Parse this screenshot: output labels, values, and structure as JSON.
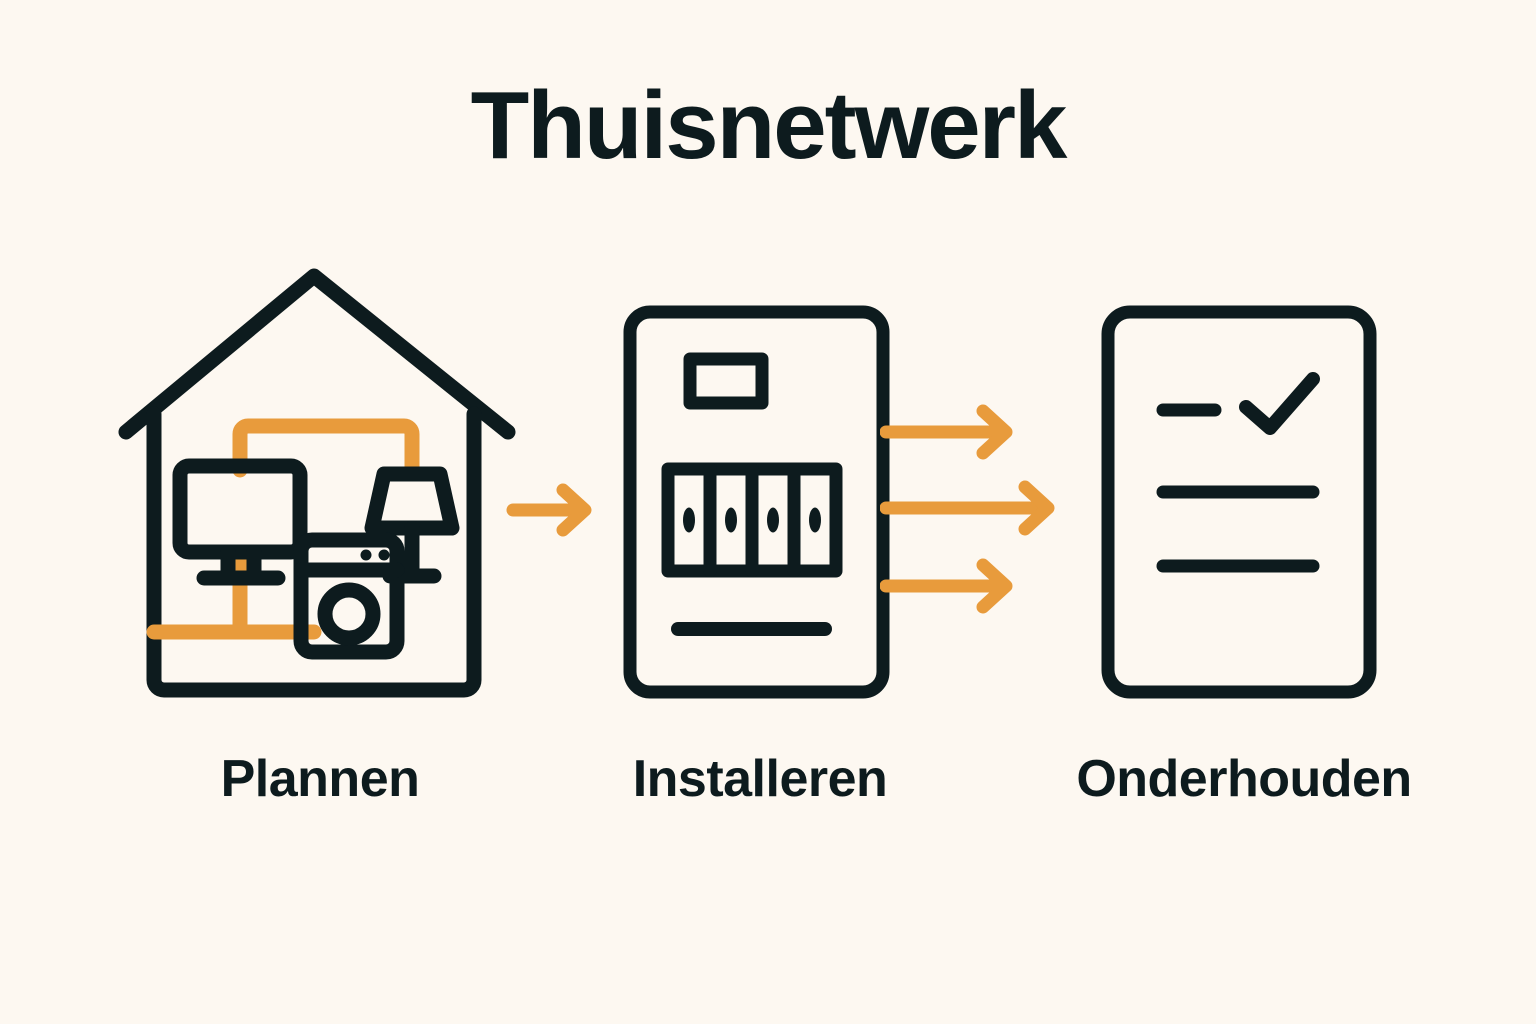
{
  "page": {
    "title": "Thuisnetwerk",
    "background_color": "#FDF8F1",
    "ink_color": "#0D1B1E",
    "accent_color": "#E89B3C"
  },
  "steps": [
    {
      "id": "plannen",
      "label": "Plannen",
      "icon": "house-with-appliances-icon",
      "parts": [
        "house-outline",
        "monitor-icon",
        "lamp-icon",
        "washing-machine-icon",
        "orange-wiring"
      ]
    },
    {
      "id": "installeren",
      "label": "Installeren",
      "icon": "electrical-panel-icon",
      "parts": [
        "panel-display",
        "breaker-row",
        "panel-base-line"
      ],
      "breaker_count": 4
    },
    {
      "id": "onderhouden",
      "label": "Onderhouden",
      "icon": "checklist-document-icon",
      "parts": [
        "check-line-with-checkmark",
        "list-line",
        "list-line"
      ]
    }
  ],
  "connectors": [
    {
      "id": "arrow-plan-to-install",
      "icon": "arrow-right-icon",
      "count": 1
    },
    {
      "id": "arrow-install-to-maintain",
      "icon": "arrow-right-icon",
      "count": 3
    }
  ]
}
